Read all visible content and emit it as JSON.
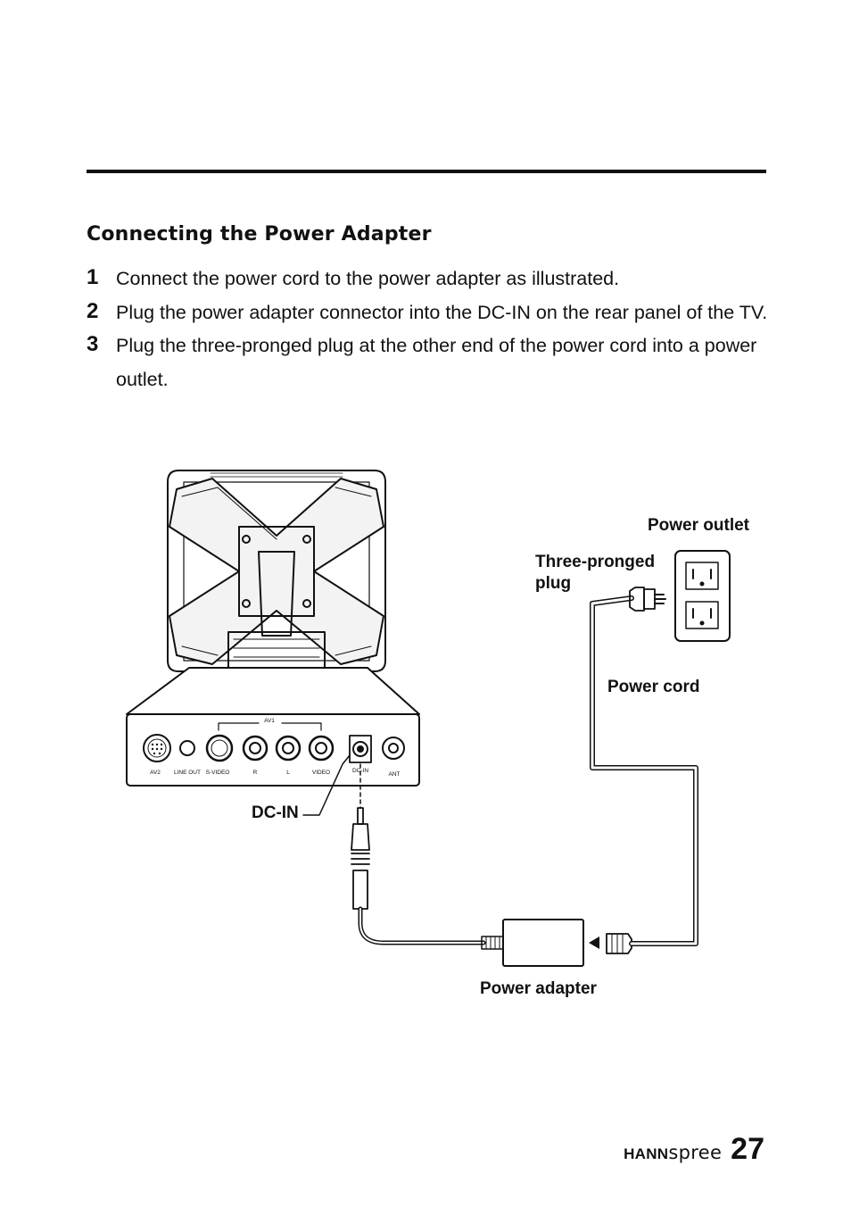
{
  "section_title": "Connecting the Power Adapter",
  "steps": [
    {
      "number": "1",
      "text": "Connect the power cord to the power adapter as illustrated."
    },
    {
      "number": "2",
      "text": "Plug the power adapter connector into the DC-IN on the rear panel of the TV."
    },
    {
      "number": "3",
      "text": "Plug the three-pronged plug at the other end of the power cord into a power outlet."
    }
  ],
  "diagram": {
    "labels": {
      "power_outlet": "Power outlet",
      "three_pronged_plug": "Three-pronged\nplug",
      "power_cord": "Power cord",
      "dc_in": "DC-IN",
      "power_adapter": "Power adapter"
    },
    "ports": {
      "av1": "AV1",
      "av2": "AV2",
      "line_out": "LINE OUT",
      "s_video": "S-VIDEO",
      "r": "R",
      "l": "L",
      "video": "VIDEO",
      "dc_in": "DC-IN",
      "ant": "ANT"
    }
  },
  "footer": {
    "brand_bold": "HANN",
    "brand_light": "spree",
    "page_number": "27"
  }
}
